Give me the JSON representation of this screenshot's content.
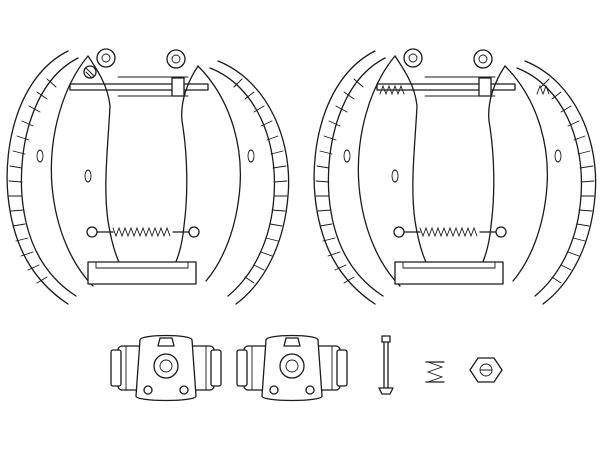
{
  "diagram": {
    "colors": {
      "stroke": "#1a1a1a",
      "background": "#ffffff"
    },
    "components": [
      {
        "name": "brake-shoe-assembly-left"
      },
      {
        "name": "brake-shoe-assembly-right"
      },
      {
        "name": "wheel-cylinder-left"
      },
      {
        "name": "wheel-cylinder-right"
      },
      {
        "name": "retaining-pin"
      },
      {
        "name": "hold-down-spring"
      },
      {
        "name": "adjuster-nut"
      }
    ]
  }
}
